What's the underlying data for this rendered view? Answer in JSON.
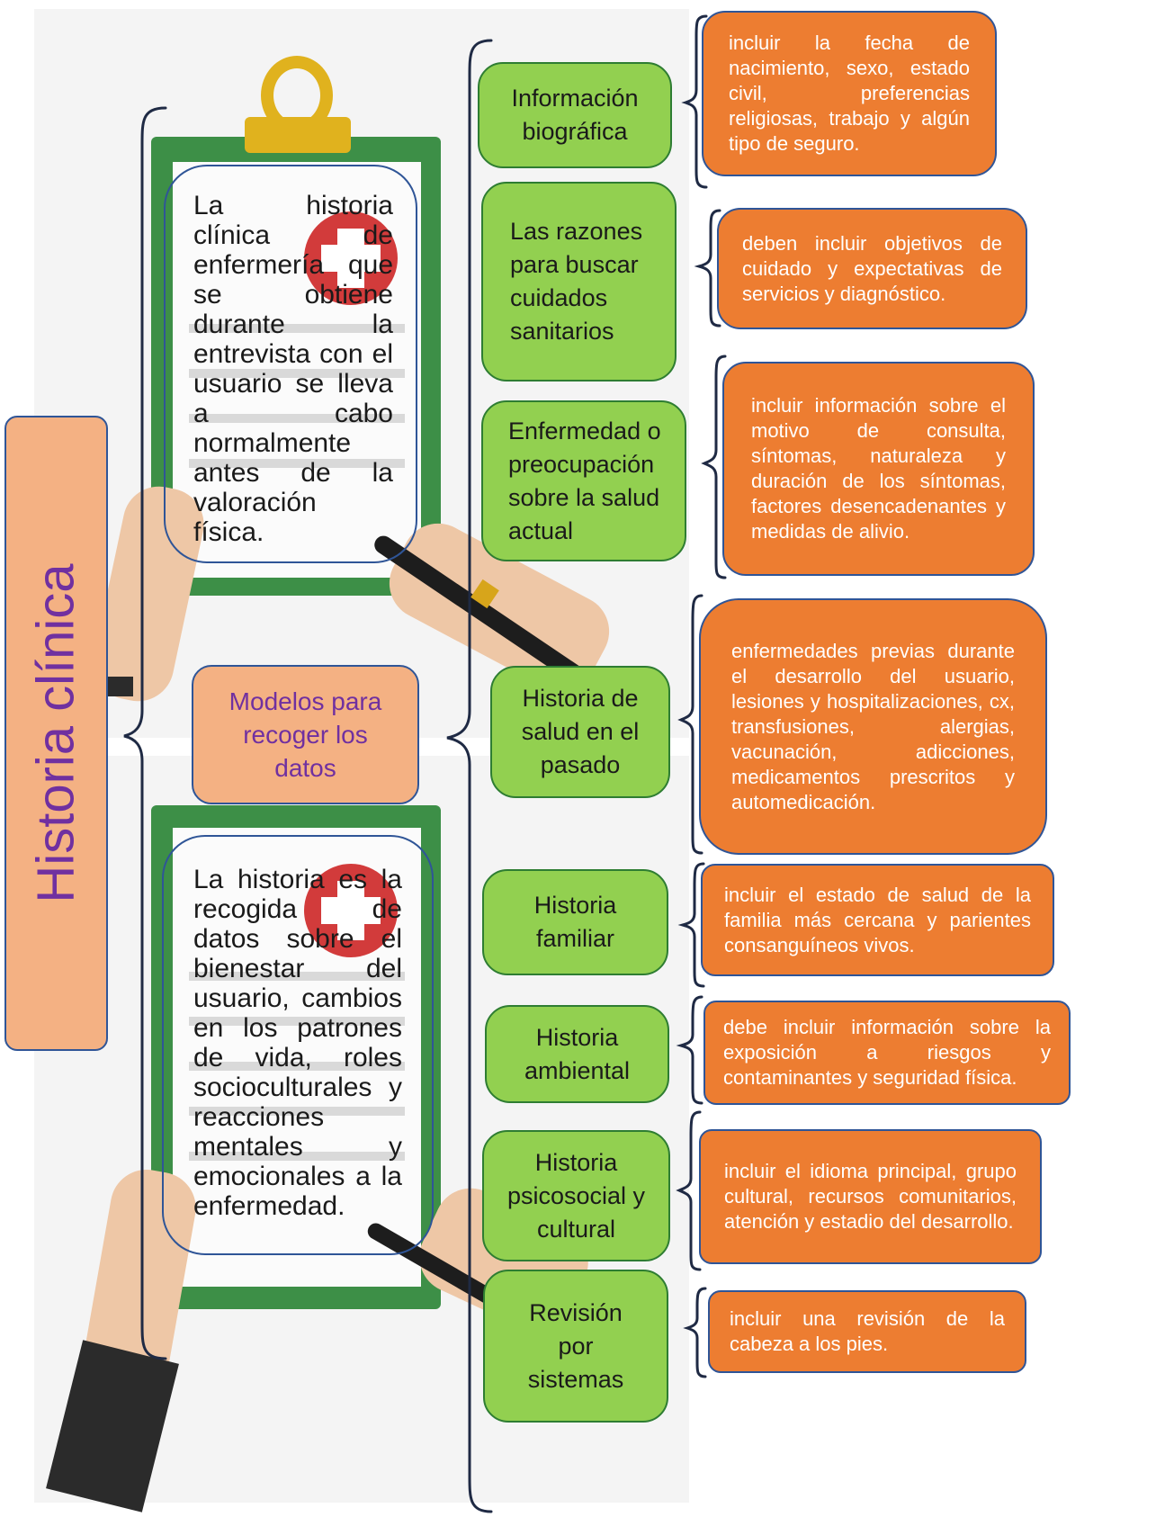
{
  "title": "Historia clínica",
  "models_label": "Modelos para recoger los datos",
  "clipboard_texts": [
    "La historia clínica de enfermería que se obtiene durante la entrevista con el usuario se lleva a cabo normalmente antes de la valoración física.",
    "La historia es la recogida de datos sobre el bienestar del usuario, cambios en los patrones de vida, roles socioculturales y reacciones mentales y emocionales a la enfermedad."
  ],
  "categories": [
    {
      "label": "Información biográfica",
      "detail": "incluir la fecha de nacimiento, sexo, estado civil, preferencias religiosas, trabajo y algún tipo de seguro."
    },
    {
      "label": "Las razones para buscar cuidados sanitarios",
      "detail": "deben incluir objetivos de cuidado y expectativas de servicios y diagnóstico."
    },
    {
      "label": "Enfermedad o preocupación sobre la salud actual",
      "detail": "incluir información sobre el motivo de consulta, síntomas, naturaleza y duración de los síntomas, factores desencadenantes y medidas de alivio."
    },
    {
      "label": "Historia de salud en el pasado",
      "detail": "enfermedades previas durante el desarrollo del usuario, lesiones y hospitalizaciones, cx, transfusiones, alergias, vacunación, adicciones, medicamentos prescritos y automedicación."
    },
    {
      "label": "Historia familiar",
      "detail": "incluir el estado de salud de la familia más cercana y parientes consanguíneos vivos."
    },
    {
      "label": "Historia ambiental",
      "detail": "debe incluir información sobre la exposición a riesgos y contaminantes y seguridad física."
    },
    {
      "label": "Historia psicosocial y cultural",
      "detail": "incluir el idioma principal, grupo cultural, recursos comunitarios, atención y estadio del desarrollo."
    },
    {
      "label": "Revisión por sistemas",
      "detail": "incluir una revisión de la cabeza a los pies."
    }
  ],
  "colors": {
    "title_box": "#f4b183",
    "title_text": "#7030a0",
    "category_box": "#92d050",
    "detail_box": "#ed7d31",
    "outline": "#2f5597",
    "clipboard": "#3d8f47"
  }
}
